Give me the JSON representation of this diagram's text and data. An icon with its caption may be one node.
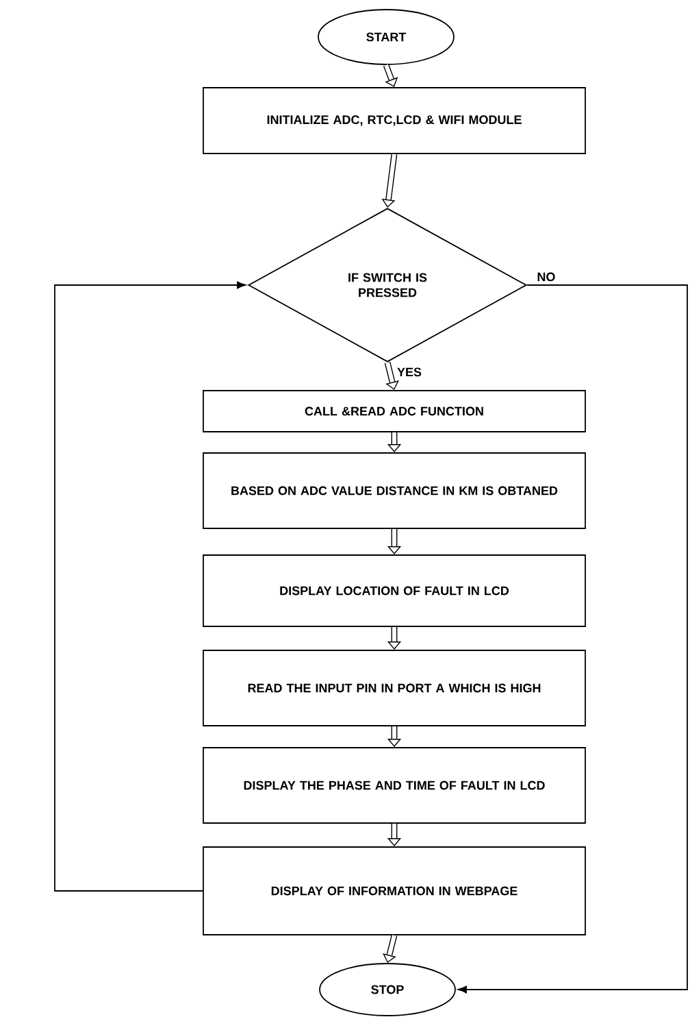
{
  "diagram": {
    "nodes": [
      {
        "text": [
          "START"
        ]
      },
      {
        "text": [
          "INITIALIZE ADC, RTC,LCD & WIFI MODULE"
        ]
      },
      {
        "text": [
          "IF SWITCH IS PRESSED"
        ]
      },
      {
        "text": [
          "CALL &READ ADC FUNCTION"
        ]
      },
      {
        "text": [
          "BASED ON ADC VALUE DISTANCE IN KM IS OBTANED"
        ]
      },
      {
        "text": [
          "DISPLAY LOCATION OF FAULT IN LCD"
        ]
      },
      {
        "text": [
          "READ THE INPUT PIN IN PORT A WHICH IS HIGH"
        ]
      },
      {
        "text": [
          "DISPLAY THE PHASE AND TIME OF FAULT IN LCD"
        ]
      },
      {
        "text": [
          "DISPLAY OF INFORMATION IN WEBPAGE"
        ]
      },
      {
        "text": [
          "STOP"
        ]
      }
    ],
    "edges": [
      {
        "from": 0,
        "to": 1,
        "arrow": "to"
      },
      {
        "from": 1,
        "to": 2,
        "arrow": "to"
      },
      {
        "from": 2,
        "to": 3,
        "arrow": "to",
        "label": "YES"
      },
      {
        "from": 3,
        "to": 4,
        "arrow": "to"
      },
      {
        "from": 4,
        "to": 5,
        "arrow": "to"
      },
      {
        "from": 5,
        "to": 6,
        "arrow": "to"
      },
      {
        "from": 6,
        "to": 7,
        "arrow": "to"
      },
      {
        "from": 7,
        "to": 8,
        "arrow": "to"
      },
      {
        "from": 8,
        "to": 9,
        "arrow": "to"
      },
      {
        "from": 8,
        "to": 2,
        "arrow": "to"
      },
      {
        "from": 2,
        "to": 9,
        "arrow": "to",
        "label": "NO"
      }
    ]
  }
}
